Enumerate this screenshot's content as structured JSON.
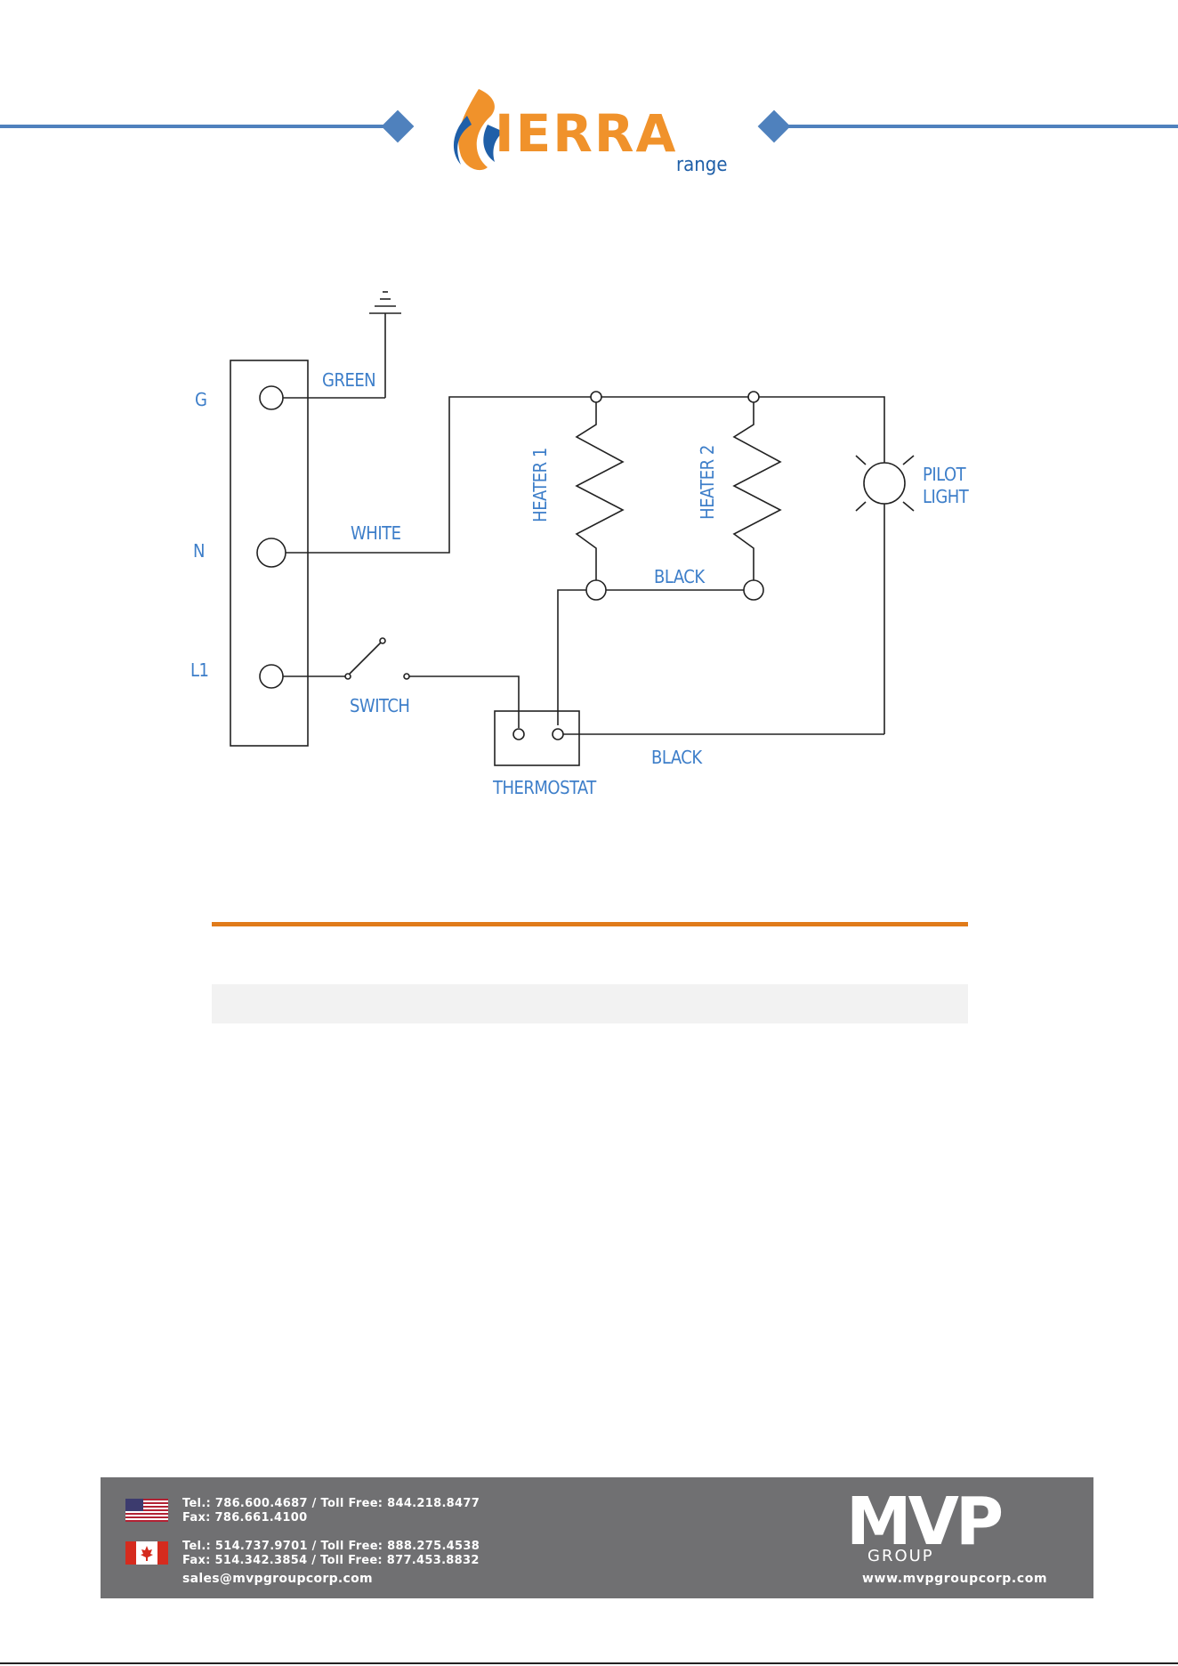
{
  "brand": {
    "logo_word": "IERRA",
    "logo_sub": "range",
    "colors": {
      "orange": "#f0922b",
      "blue": "#1f5fa8",
      "line_blue": "#4f81bd"
    }
  },
  "diagram": {
    "terminals": {
      "g": "G",
      "n": "N",
      "l1": "L1"
    },
    "labels": {
      "green": "GREEN",
      "white": "WHITE",
      "switch": "SWITCH",
      "heater1": "HEATER 1",
      "heater2": "HEATER 2",
      "black_top": "BLACK",
      "black_bottom": "BLACK",
      "pilot": "PILOT",
      "light": "LIGHT",
      "thermostat": "THERMOSTAT"
    }
  },
  "footer": {
    "us_line1": "Tel.: 786.600.4687  /  Toll Free: 844.218.8477",
    "us_line2": "Fax: 786.661.4100",
    "ca_line1": "Tel.: 514.737.9701 / Toll Free: 888.275.4538",
    "ca_line2": "Fax: 514.342.3854 / Toll Free: 877.453.8832",
    "email": "sales@mvpgroupcorp.com",
    "mvp_logo": "MVP",
    "mvp_group": "GROUP",
    "website": "www.mvpgroupcorp.com",
    "flags": [
      "us-flag-icon",
      "canada-flag-icon"
    ]
  }
}
